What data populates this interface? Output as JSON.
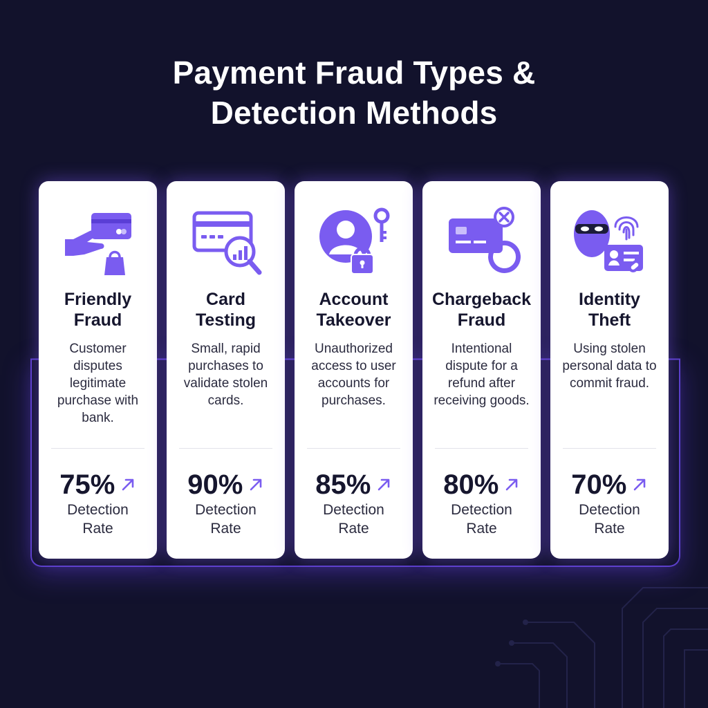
{
  "title": {
    "line1": "Payment Fraud Types &",
    "line2": "Detection Methods"
  },
  "colors": {
    "background": "#12122c",
    "card": "#ffffff",
    "accent": "#7a5cf0",
    "text_dark": "#16162e"
  },
  "cards": [
    {
      "title_line1": "Friendly",
      "title_line2": "Fraud",
      "description": "Customer disputes legitimate purchase with bank.",
      "rate": "75%",
      "rate_label_line1": "Detection",
      "rate_label_line2": "Rate",
      "icon": "hand-card-shopping-bag-icon"
    },
    {
      "title_line1": "Card",
      "title_line2": "Testing",
      "description": "Small, rapid purchases to validate stolen cards.",
      "rate": "90%",
      "rate_label_line1": "Detection",
      "rate_label_line2": "Rate",
      "icon": "card-magnifier-icon"
    },
    {
      "title_line1": "Account",
      "title_line2": "Takeover",
      "description": "Unauthorized access to user accounts for purchases.",
      "rate": "85%",
      "rate_label_line1": "Detection",
      "rate_label_line2": "Rate",
      "icon": "user-lock-key-icon"
    },
    {
      "title_line1": "Chargeback",
      "title_line2": "Fraud",
      "description": "Intentional dispute for a refund after receiving goods.",
      "rate": "80%",
      "rate_label_line1": "Detection",
      "rate_label_line2": "Rate",
      "icon": "card-refund-icon"
    },
    {
      "title_line1": "Identity",
      "title_line2": "Theft",
      "description": "Using stolen personal data to commit fraud.",
      "rate": "70%",
      "rate_label_line1": "Detection",
      "rate_label_line2": "Rate",
      "icon": "masked-thief-fingerprint-id-icon"
    }
  ]
}
